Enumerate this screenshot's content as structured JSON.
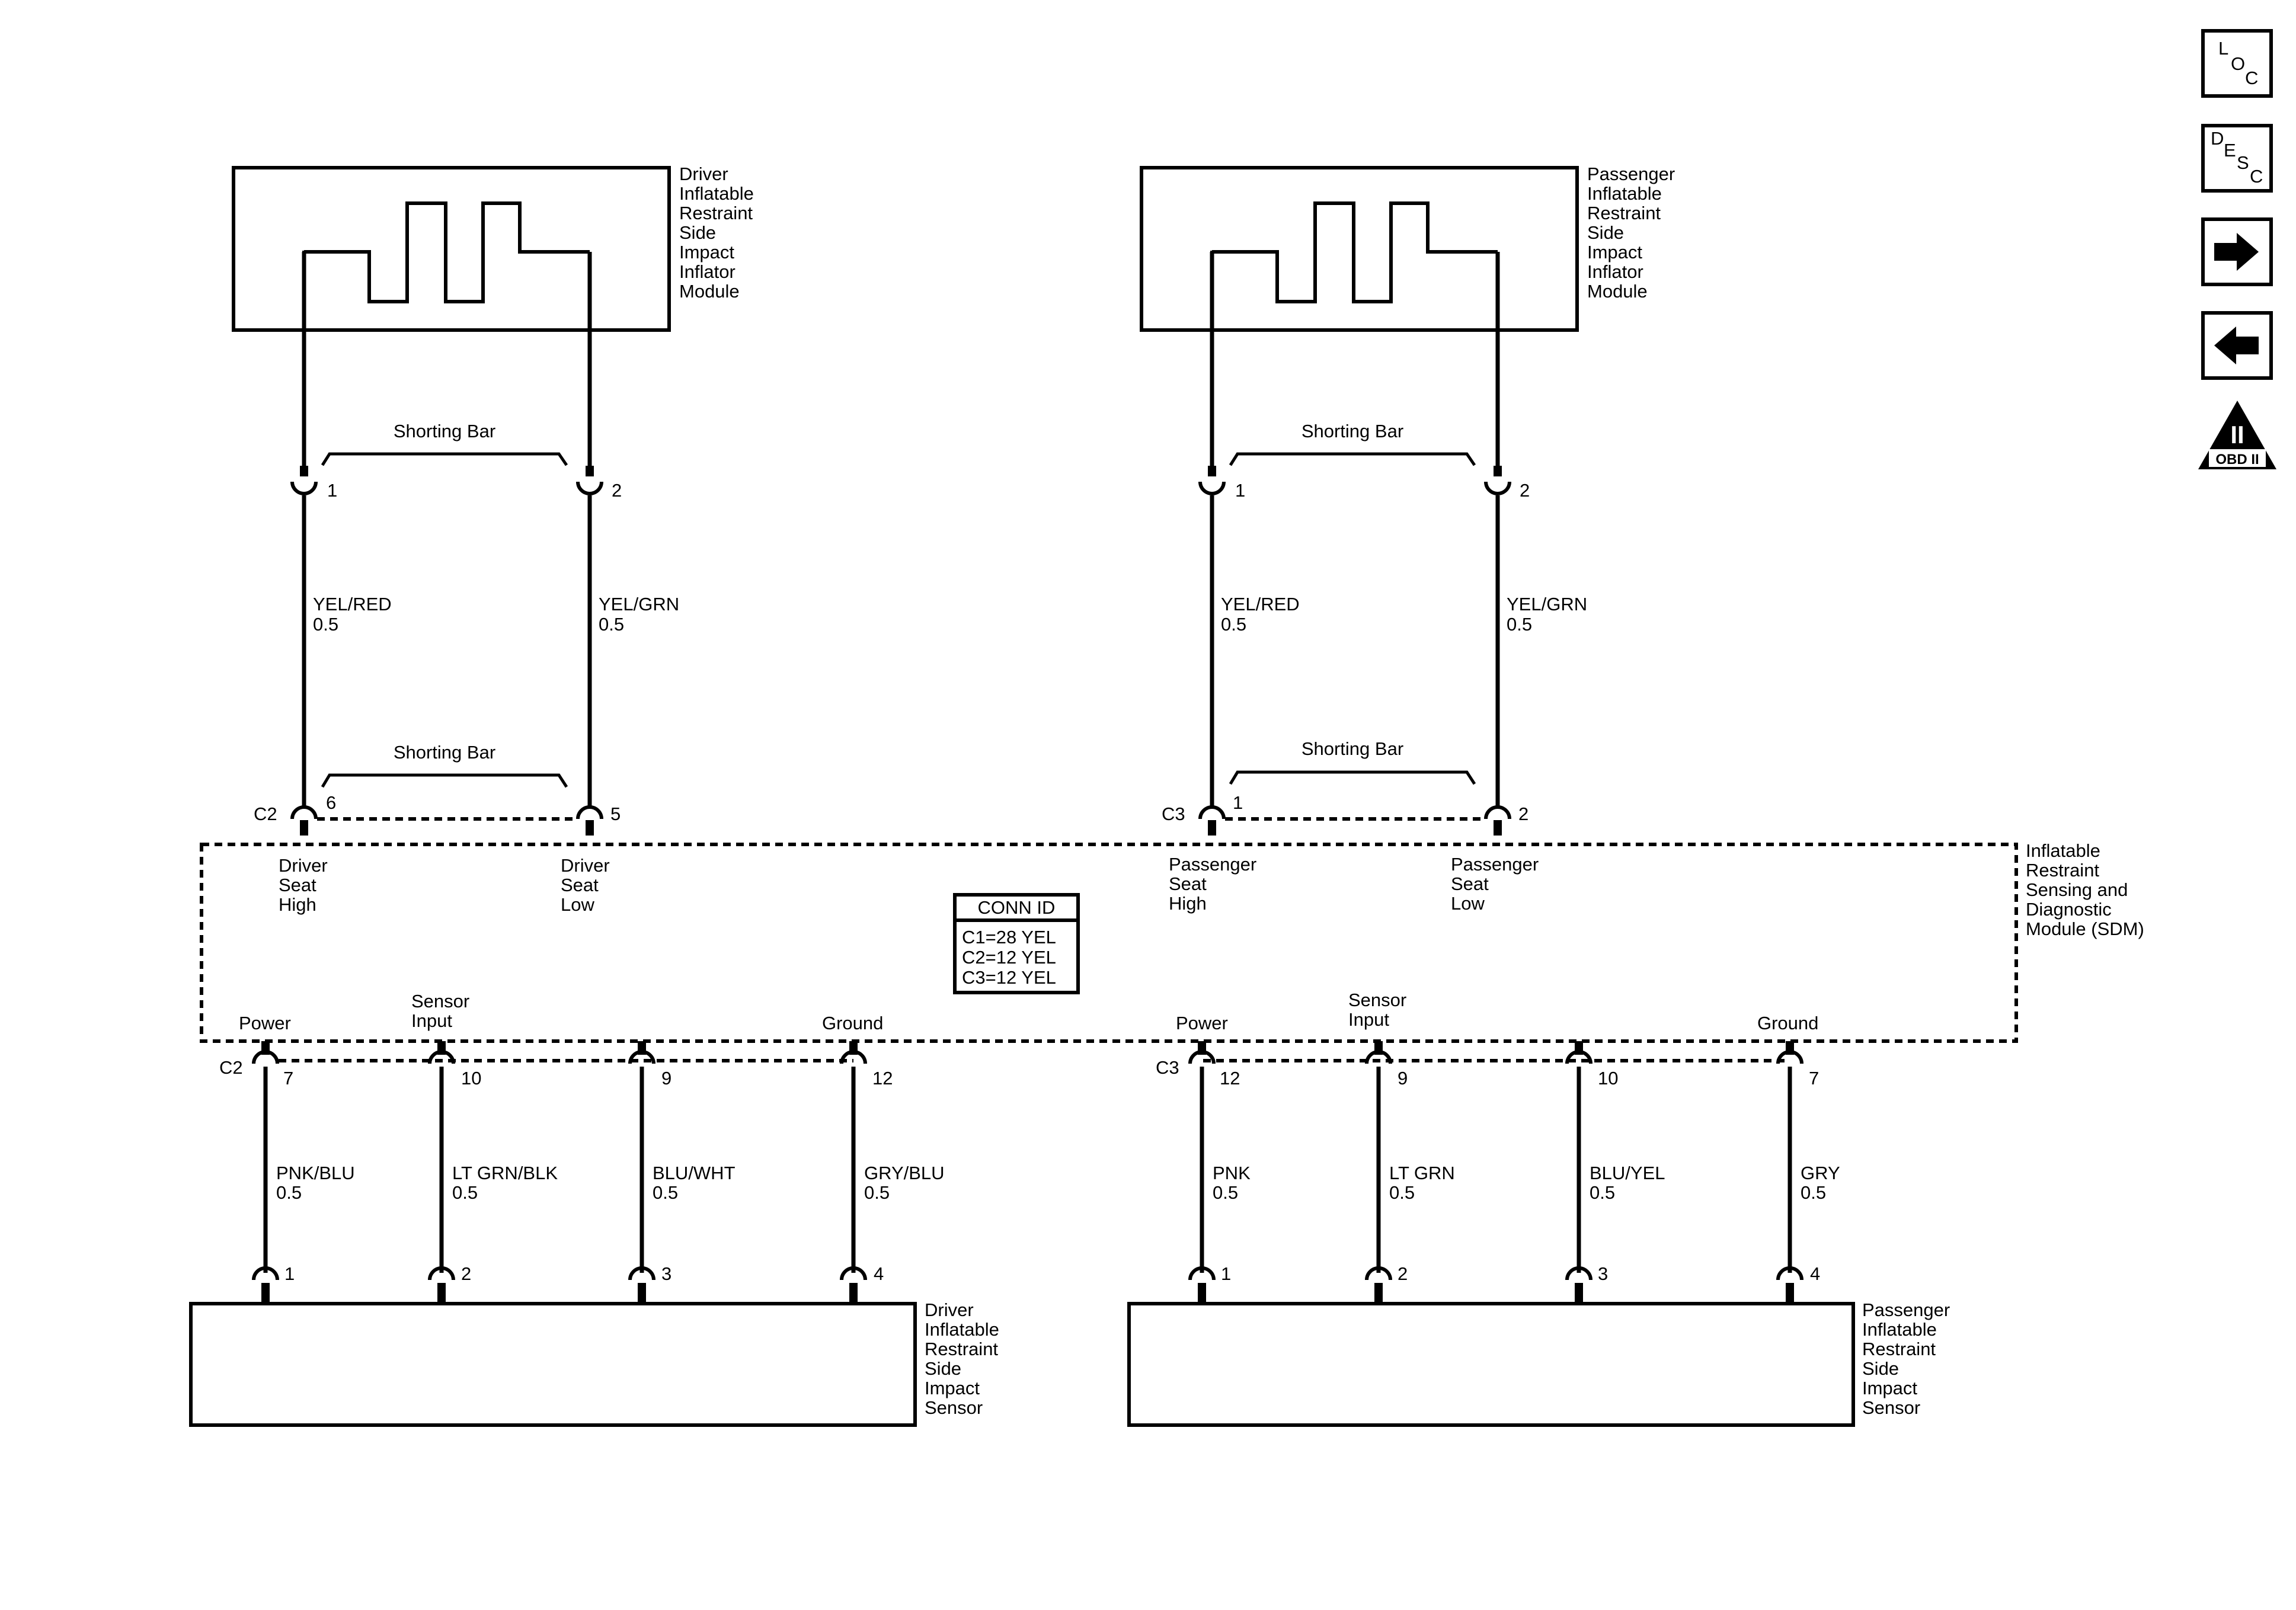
{
  "components": {
    "driver_inflator": [
      "Driver",
      "Inflatable",
      "Restraint",
      "Side",
      "Impact",
      "Inflator",
      "Module"
    ],
    "passenger_inflator": [
      "Passenger",
      "Inflatable",
      "Restraint",
      "Side",
      "Impact",
      "Inflator",
      "Module"
    ],
    "driver_sensor": [
      "Driver",
      "Inflatable",
      "Restraint",
      "Side",
      "Impact",
      "Sensor"
    ],
    "passenger_sensor": [
      "Passenger",
      "Inflatable",
      "Restraint",
      "Side",
      "Impact",
      "Sensor"
    ],
    "sdm": [
      "Inflatable",
      "Restraint",
      "Sensing and",
      "Diagnostic",
      "Module (SDM)"
    ]
  },
  "shorting_bar": "Shorting Bar",
  "upper_pins": {
    "driver_left": "1",
    "driver_right": "2",
    "passenger_left": "1",
    "passenger_right": "2"
  },
  "upper_wires": {
    "driver_left": {
      "color": "YEL/RED",
      "gauge": "0.5"
    },
    "driver_right": {
      "color": "YEL/GRN",
      "gauge": "0.5"
    },
    "passenger_left": {
      "color": "YEL/RED",
      "gauge": "0.5"
    },
    "passenger_right": {
      "color": "YEL/GRN",
      "gauge": "0.5"
    }
  },
  "sdm_top": {
    "driver": {
      "connector": "C2",
      "pin_left": "6",
      "pin_right": "5"
    },
    "passenger": {
      "connector": "C3",
      "pin_left": "1",
      "pin_right": "2"
    }
  },
  "sdm_labels": {
    "driver_high": [
      "Driver",
      "Seat",
      "High"
    ],
    "driver_low": [
      "Driver",
      "Seat",
      "Low"
    ],
    "passenger_high": [
      "Passenger",
      "Seat",
      "High"
    ],
    "passenger_low": [
      "Passenger",
      "Seat",
      "Low"
    ],
    "power": "Power",
    "sensor_input": [
      "Sensor",
      "Input"
    ],
    "ground": "Ground"
  },
  "conn_id": {
    "title": "CONN ID",
    "entries": [
      "C1=28 YEL",
      "C2=12 YEL",
      "C3=12 YEL"
    ]
  },
  "sdm_bottom": {
    "driver": {
      "connector": "C2",
      "pins": [
        "7",
        "10",
        "9",
        "12"
      ]
    },
    "passenger": {
      "connector": "C3",
      "pins": [
        "12",
        "9",
        "10",
        "7"
      ]
    }
  },
  "lower_wires": {
    "driver": [
      {
        "color": "PNK/BLU",
        "gauge": "0.5"
      },
      {
        "color": "LT GRN/BLK",
        "gauge": "0.5"
      },
      {
        "color": "BLU/WHT",
        "gauge": "0.5"
      },
      {
        "color": "GRY/BLU",
        "gauge": "0.5"
      }
    ],
    "passenger": [
      {
        "color": "PNK",
        "gauge": "0.5"
      },
      {
        "color": "LT GRN",
        "gauge": "0.5"
      },
      {
        "color": "BLU/YEL",
        "gauge": "0.5"
      },
      {
        "color": "GRY",
        "gauge": "0.5"
      }
    ]
  },
  "sensor_pins": {
    "driver": [
      "1",
      "2",
      "3",
      "4"
    ],
    "passenger": [
      "1",
      "2",
      "3",
      "4"
    ]
  },
  "nav": {
    "loc": [
      "L",
      "O",
      "C"
    ],
    "desc": [
      "D",
      "E",
      "S",
      "C"
    ],
    "next_icon": "arrow-right-icon",
    "prev_icon": "arrow-left-icon",
    "obd": {
      "mark": "II",
      "label": "OBD II"
    }
  }
}
